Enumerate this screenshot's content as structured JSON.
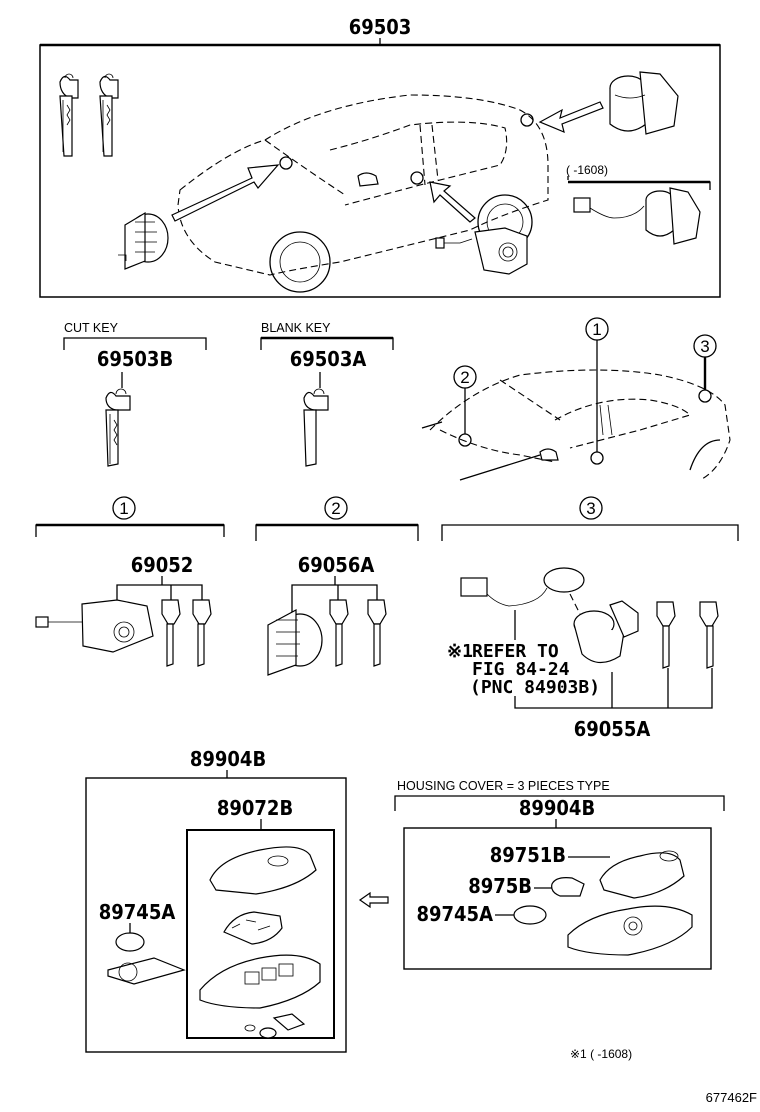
{
  "diagram": {
    "top_assembly": {
      "part_number": "69503",
      "date_note": "(     -1608)"
    },
    "cut_key": {
      "label": "CUT KEY",
      "part_number": "69503B"
    },
    "blank_key": {
      "label": "BLANK KEY",
      "part_number": "69503A"
    },
    "locations": {
      "marker_1": "1",
      "marker_2": "2",
      "marker_3": "3"
    },
    "groups": [
      {
        "marker": "1",
        "part_number": "69052"
      },
      {
        "marker": "2",
        "part_number": "69056A"
      },
      {
        "marker": "3",
        "part_number": "69055A",
        "note_mark": "※1",
        "note_lines": [
          "REFER TO",
          "FIG 84-24",
          "(PNC 84903B)"
        ]
      }
    ],
    "transmitter_left": {
      "part_number": "89904B",
      "sub_assembly": "89072B",
      "battery": "89745A"
    },
    "transmitter_right": {
      "header": "HOUSING COVER = 3 PIECES TYPE",
      "part_number": "89904B",
      "cover": "89751B",
      "seal": "8975B",
      "battery": "89745A"
    },
    "footnote": "※1 (     -1608)",
    "figure_id": "677462F"
  }
}
